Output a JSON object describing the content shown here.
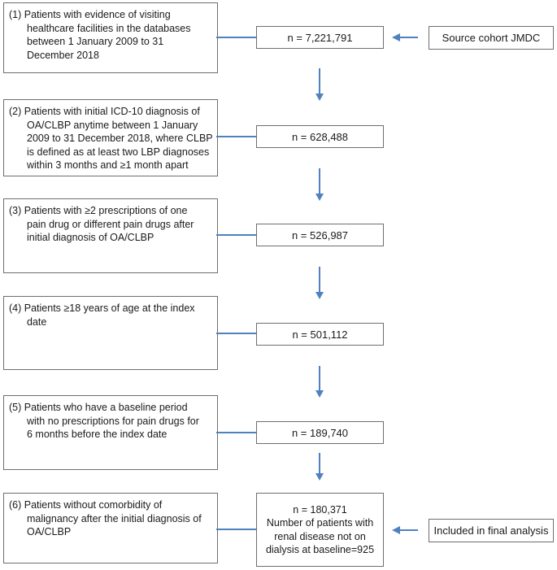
{
  "colors": {
    "arrow": "#4f81bd",
    "border": "#6e6e6e",
    "text": "#1a1a1a"
  },
  "steps": [
    {
      "label": "(1) Patients with evidence of visiting\nhealthcare facilities in the databases\nbetween 1 January 2009 to 31\nDecember 2018",
      "n": "n = 7,221,791"
    },
    {
      "label": "(2) Patients with initial ICD-10 diagnosis of\nOA/CLBP anytime between 1 January\n2009 to 31 December 2018, where CLBP\nis defined as at least two LBP diagnoses\nwithin 3 months and ≥1 month apart",
      "n": "n = 628,488"
    },
    {
      "label": "(3) Patients with ≥2 prescriptions of one\npain drug or different pain drugs after\ninitial diagnosis of OA/CLBP",
      "n": "n = 526,987"
    },
    {
      "label": "(4) Patients ≥18 years of age at the index\ndate",
      "n": "n = 501,112"
    },
    {
      "label": "(5) Patients who have a baseline period\nwith no prescriptions for pain drugs for\n6 months before the index date",
      "n": "n = 189,740"
    },
    {
      "label": "(6) Patients without comorbidity of\nmalignancy after the initial diagnosis of\nOA/CLBP",
      "n": "n = 180,371"
    }
  ],
  "final_box": {
    "line1": "n = 180,371",
    "line2": "Number of patients with renal disease not on dialysis at baseline=925"
  },
  "annotations": {
    "source": "Source cohort JMDC",
    "included": "Included in final analysis"
  }
}
